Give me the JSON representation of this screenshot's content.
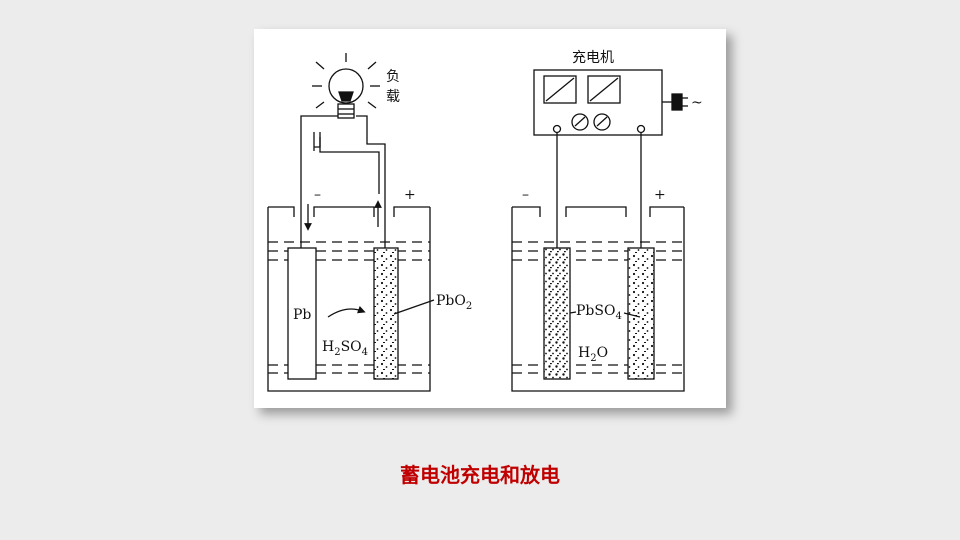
{
  "caption": "蓄电池充电和放电",
  "discharge": {
    "load_label_1": "负",
    "load_label_2": "载",
    "negative_sign": "–",
    "positive_sign": "+",
    "electrode_neg": "Pb",
    "electrode_pos": "PbO",
    "electrode_pos_sub": "2",
    "electrolyte_1": "H",
    "electrolyte_sub_1": "2",
    "electrolyte_2": "SO",
    "electrolyte_sub_2": "4"
  },
  "charge": {
    "charger_label": "充电机",
    "ac_symbol": "~",
    "negative_sign": "–",
    "positive_sign": "+",
    "electrode_label": "PbSO",
    "electrode_label_sub": "4",
    "water": "H",
    "water_sub": "2",
    "water_o": "O"
  },
  "colors": {
    "caption": "#c00000",
    "line": "#111111"
  }
}
